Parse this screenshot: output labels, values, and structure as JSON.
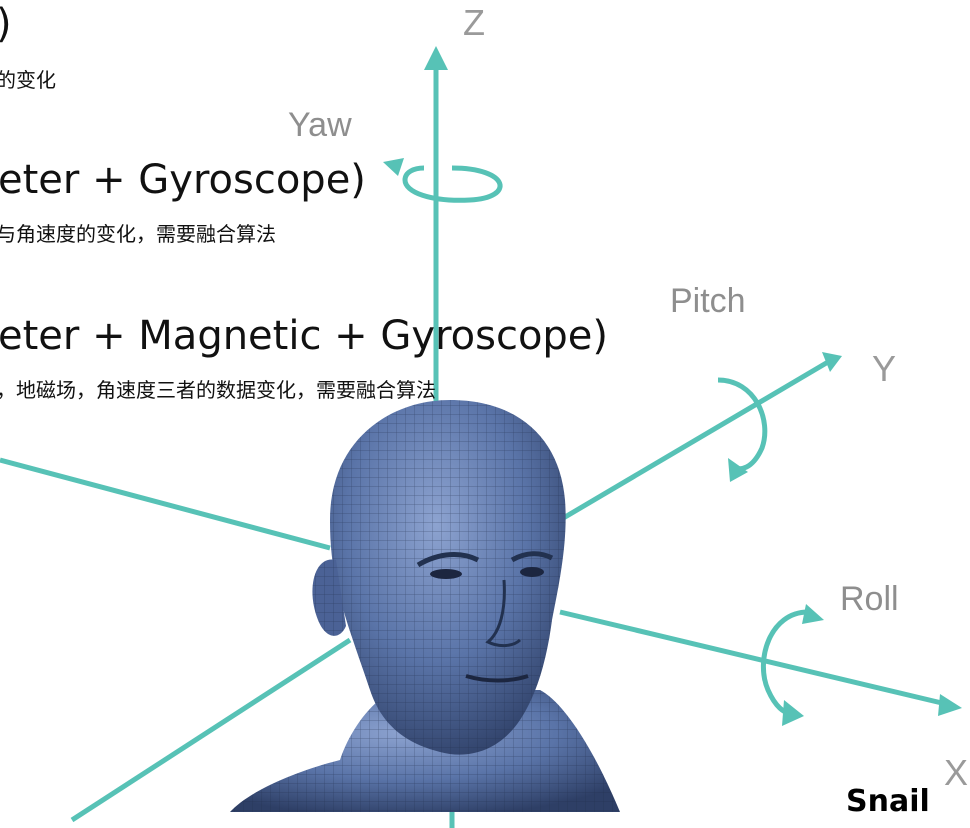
{
  "text_lines": {
    "l1": ")",
    "l2": "的变化",
    "l3": "eter + Gyroscope)",
    "l4": "与角速度的变化，需要融合算法",
    "l5": "eter + Magnetic + Gyroscope)",
    "l6": "，地磁场，角速度三者的数据变化，需要融合算法"
  },
  "axes": {
    "z": "Z",
    "y": "Y",
    "x": "X"
  },
  "rotations": {
    "yaw": "Yaw",
    "pitch": "Pitch",
    "roll": "Roll"
  },
  "signature": "Snail",
  "colors": {
    "axis": "#57C2B6",
    "head_skin": "#5A74A8",
    "head_shadow": "#2E3F66",
    "label_gray": "#9A9A9A"
  }
}
